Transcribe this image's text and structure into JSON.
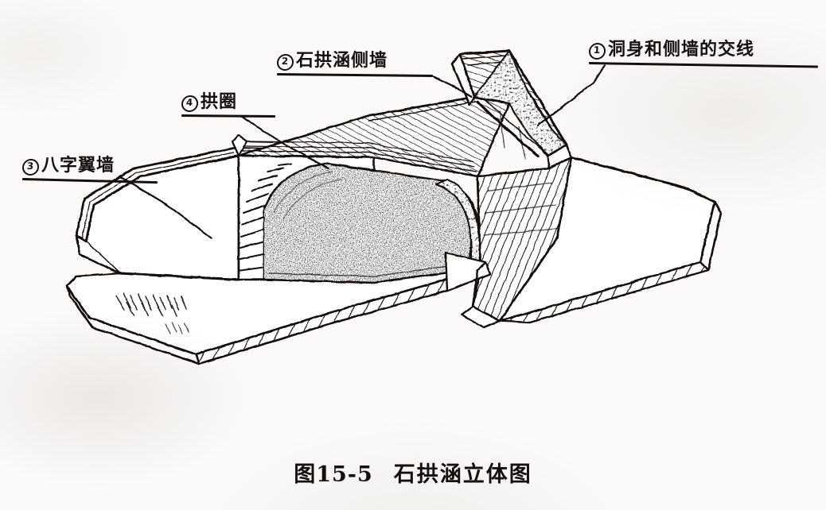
{
  "figure": {
    "caption_number": "图15-5",
    "caption_title": "石拱涵立体图",
    "background_color": "#fbfaf9",
    "ink_color": "#16110f",
    "drawing_type": "axonometric line drawing of a stone arch culvert (石拱涵)"
  },
  "annotations": [
    {
      "marker": "1",
      "marker_glyph": "①",
      "text": "洞身和侧墙的交线",
      "meaning": "intersection line of barrel and side wall",
      "leader_from": [
        760,
        82
      ],
      "leader_to": [
        676,
        158
      ]
    },
    {
      "marker": "2",
      "marker_glyph": "②",
      "text": "石拱涵侧墙",
      "meaning": "stone arch culvert side wall",
      "leader_from": [
        545,
        97
      ],
      "leader_to": [
        590,
        120
      ]
    },
    {
      "marker": "3",
      "marker_glyph": "③",
      "text": "八字翼墙",
      "meaning": "splayed wing wall",
      "leader_from": [
        150,
        222
      ],
      "leader_to": [
        266,
        300
      ]
    },
    {
      "marker": "4",
      "marker_glyph": "④",
      "text": "拱圈",
      "meaning": "arch ring / voussoirs",
      "leader_from": [
        302,
        146
      ],
      "leader_to": [
        410,
        210
      ]
    }
  ],
  "drawing_parts": {
    "left_wing_wall": "八字翼墙 (splayed wing wall, left, plain face)",
    "arch_ring": "拱圈 (arch ring with radiating voussoirs)",
    "barrel_interior": "洞身 (stippled rubble-stone culvert barrel)",
    "head_wall": "石拱涵侧墙 (stone arch culvert headwall / side wall)",
    "right_wing_wall": "right splayed wing wall with hatched face",
    "foundation": "stone foundation course / apron with coursed blocks"
  }
}
